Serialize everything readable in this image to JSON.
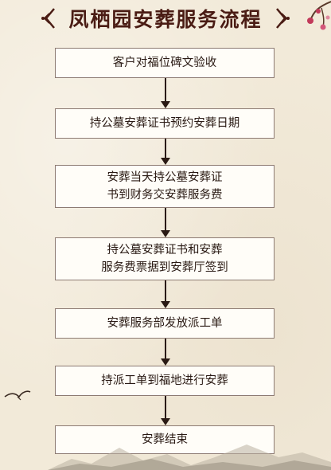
{
  "title": "凤栖园安葬服务流程",
  "steps": [
    {
      "lines": [
        "客户对福位碑文验收"
      ]
    },
    {
      "lines": [
        "持公墓安葬证书预约安葬日期"
      ]
    },
    {
      "lines": [
        "安葬当天持公墓安葬证",
        "书到财务交安葬服务费"
      ]
    },
    {
      "lines": [
        "持公墓安葬证书和安葬",
        "服务费票据到安葬厅签到"
      ]
    },
    {
      "lines": [
        "安葬服务部发放派工单"
      ]
    },
    {
      "lines": [
        "持派工单到福地进行安葬"
      ]
    },
    {
      "lines": [
        "安葬结束"
      ]
    }
  ],
  "colors": {
    "title": "#4a1c14",
    "box_border": "#8d7b73",
    "arrow": "#2a1a14",
    "background": "#f2ead9"
  },
  "icons": [
    "ornament-left-icon",
    "ornament-right-icon",
    "plum-blossom-icon",
    "bird-icon",
    "mountain-landscape-icon"
  ]
}
